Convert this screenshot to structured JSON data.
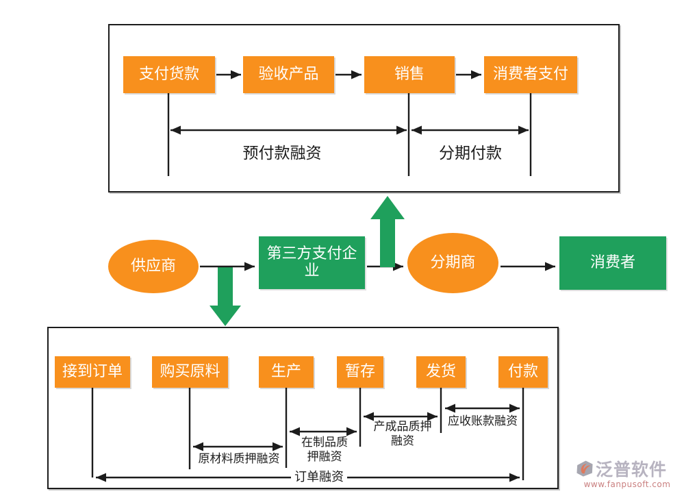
{
  "colors": {
    "accent_orange": "#F8901D",
    "accent_green": "#1FA05C",
    "line_black": "#1c1c1c",
    "logo_gray": "#b7b3c0",
    "logo_red": "#c97f7f"
  },
  "top_section": {
    "steps": [
      "支付货款",
      "验收产品",
      "销售",
      "消费者支付"
    ],
    "span_prepay_financing": "预付款融资",
    "span_installment_payment": "分期付款"
  },
  "middle_section": {
    "supplier": "供应商",
    "third_party_payment_company": "第三方支付企业",
    "installment_merchant": "分期商",
    "consumer": "消费者"
  },
  "bottom_section": {
    "steps": [
      "接到订单",
      "购买原料",
      "生产",
      "暂存",
      "发货",
      "付款"
    ],
    "span_raw_material_pledge": "原材料质押融资",
    "span_wip_pledge": "在制品质押融资",
    "span_finished_goods_pledge": "产成品质押融资",
    "span_receivables_financing": "应收账款融资",
    "span_order_financing": "订单融资"
  },
  "logo": {
    "brand": "泛普软件",
    "site": "www.fanpusoft.com"
  }
}
